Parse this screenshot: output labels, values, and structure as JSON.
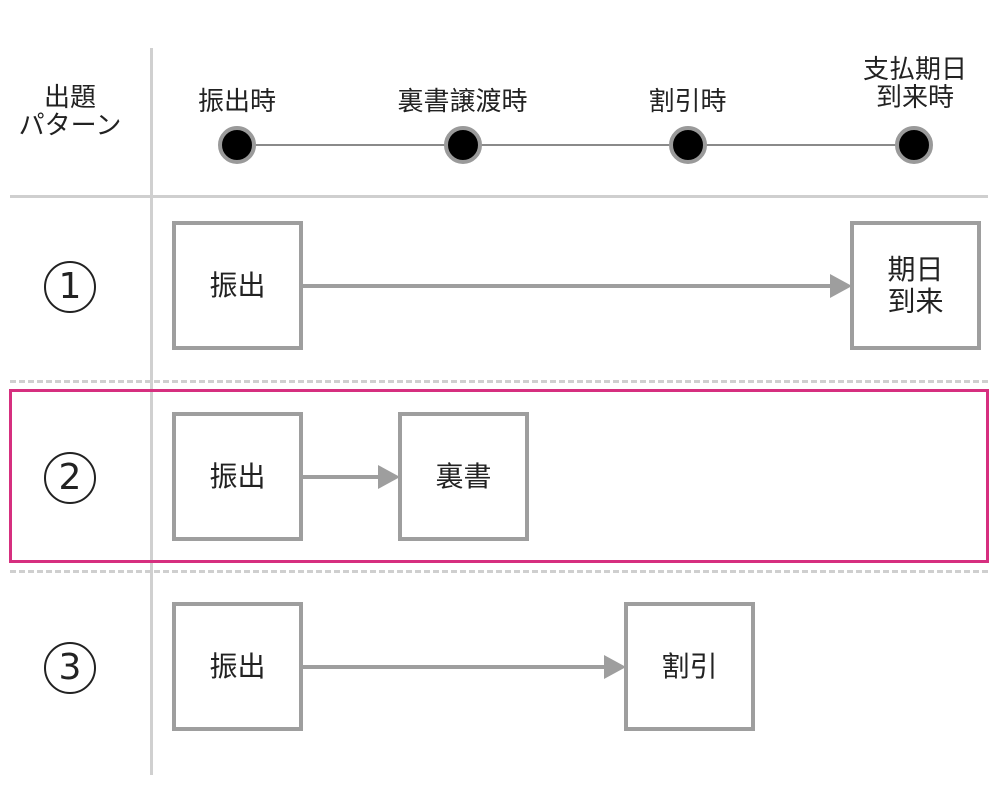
{
  "header": {
    "pattern_label_lines": [
      "出題",
      "パターン"
    ],
    "timeline": [
      {
        "label_lines": [
          "振出時"
        ]
      },
      {
        "label_lines": [
          "裏書譲渡時"
        ]
      },
      {
        "label_lines": [
          "割引時"
        ]
      },
      {
        "label_lines": [
          "支払期日",
          "到来時"
        ]
      }
    ]
  },
  "rows": [
    {
      "number": "1",
      "boxes": [
        {
          "label_lines": [
            "振出"
          ]
        },
        {
          "label_lines": [
            "期日",
            "到来"
          ]
        }
      ]
    },
    {
      "number": "2",
      "highlighted": true,
      "boxes": [
        {
          "label_lines": [
            "振出"
          ]
        },
        {
          "label_lines": [
            "裏書"
          ]
        }
      ]
    },
    {
      "number": "3",
      "boxes": [
        {
          "label_lines": [
            "振出"
          ]
        },
        {
          "label_lines": [
            "割引"
          ]
        }
      ]
    }
  ],
  "colors": {
    "highlight_border": "#d62f7f",
    "box_border": "#9e9e9e",
    "divider": "#cfcfcf",
    "timeline_line": "#8a8a8a",
    "dot_fill": "#000000"
  }
}
